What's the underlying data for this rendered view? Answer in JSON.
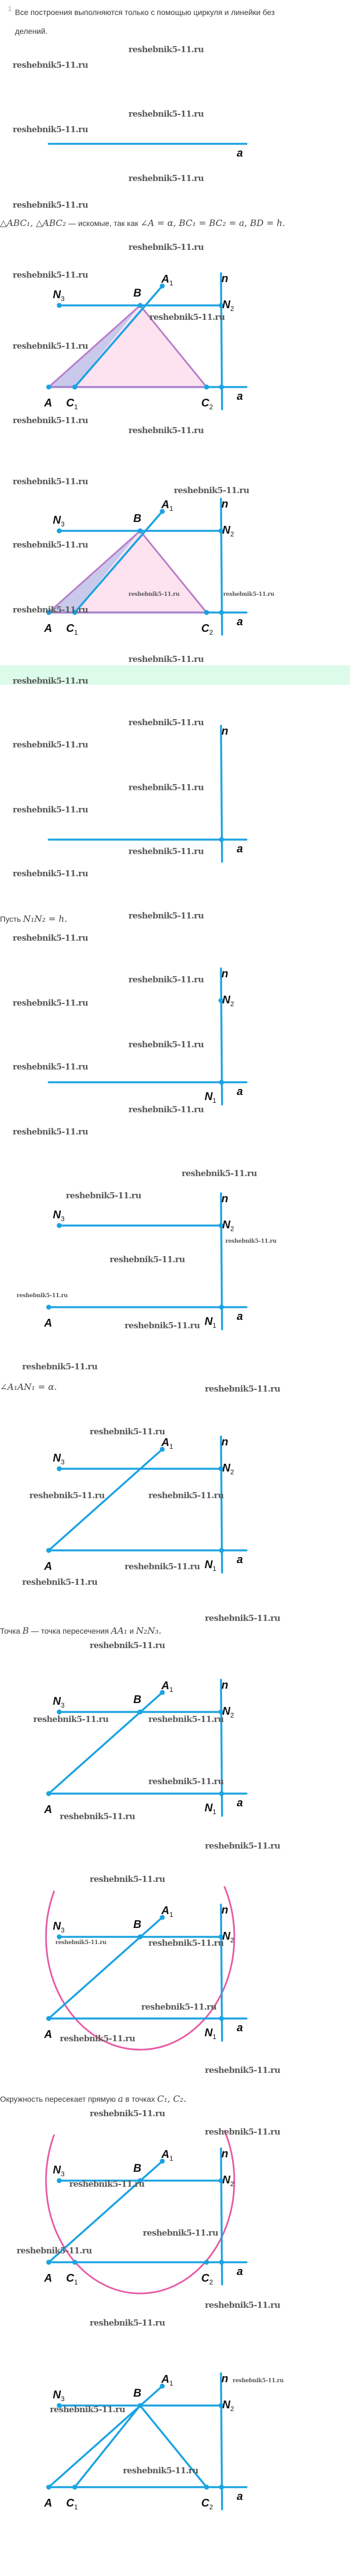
{
  "intro": {
    "marker": "1",
    "text": "Все построения выполняются только с помощью циркуля и линейки без делений."
  },
  "conclusion": {
    "math1": "△ABC₁, △ABC₂",
    "text": " — искомые, так как ",
    "math2": "∠A = α, BC₁ = BC₂ = a, BD = h."
  },
  "steps": {
    "s1": {
      "text": "Пусть ",
      "math": "N₁N₂ = h."
    },
    "s2": {
      "math": "∠A₁AN₁ = α."
    },
    "s3": {
      "text1": "Точка ",
      "m1": "B",
      "text2": " — точка пересечения ",
      "m2": "AA₁",
      "text3": " и ",
      "m3": "N₂N₃."
    },
    "s4": {
      "text1": "Окружность пересекает прямую ",
      "m1": "a",
      "text2": " в точках ",
      "m2": "C₁,  C₂."
    }
  },
  "diagram_labels": {
    "A": "A",
    "A1": "A1",
    "B": "B",
    "C1": "C1",
    "C2": "C2",
    "N1": "N1",
    "N2": "N2",
    "N3": "N3",
    "n": "n",
    "a": "a"
  },
  "watermark": "reshebnik5-11.ru",
  "colors": {
    "line": "#1ba3e2",
    "circle": "#e85aa5",
    "triangle_outline": "#b97cc8",
    "triangle_fill": "#fde2f0",
    "small_triangle_fill": "#c9c9ec",
    "band": "#dcfbe9"
  }
}
